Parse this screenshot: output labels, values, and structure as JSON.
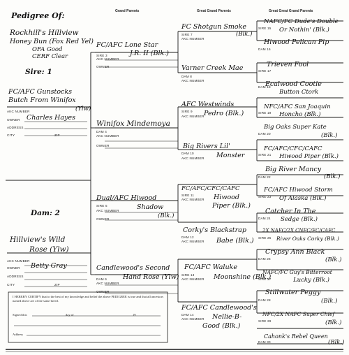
{
  "headers": {
    "title": "Pedigree Of:",
    "grand_parents": "Grand Parents",
    "great_grand_parents": "Great Grand Parents",
    "great_great_grand_parents": "Great Great Grand Parents"
  },
  "labels": {
    "sire1": "Sire: 1",
    "dam2": "Dam: 2",
    "sire3": "SIRE 3",
    "dam4": "DAM 4",
    "sire5": "SIRE 5",
    "dam6": "DAM 6",
    "sire7": "SIRE 7",
    "dam8": "DAM 8",
    "sire9": "SIRE 9",
    "dam10": "DAM 10",
    "sire11": "SIRE 11",
    "dam12": "DAM 12",
    "sire13": "SIRE 13",
    "dam14": "DAM 14",
    "sire15": "SIRE 15",
    "dam16": "DAM 16",
    "sire17": "SIRE 17",
    "dam18": "DAM 18",
    "sire19": "SIRE 19",
    "dam20": "DAM 20",
    "sire21": "SIRE 21",
    "dam22": "DAM 22",
    "sire23": "SIRE 23",
    "dam24": "DAM 24",
    "sire25": "SIRE 25",
    "dam26": "DAM 26",
    "sire27": "SIRE 27",
    "dam28": "DAM 28",
    "sire29": "SIRE 29",
    "dam30": "DAM 30",
    "akc": "AKC NUMBER",
    "owner": "OWNER",
    "address": "ADDRESS",
    "city": "CITY",
    "zip": "ZIP"
  },
  "subject": {
    "line1": "Rockhill's Hillview",
    "line2": "Honey Bun (Fox Red Yel)",
    "line3": "OFA Good",
    "line4": "CERF Clear"
  },
  "sire1": {
    "line1": "FC/AFC Gunstocks",
    "line2": "Butch From Winifox",
    "line3": "(Ylw)",
    "owner": "Charles Hayes"
  },
  "dam2": {
    "line1": "Hillview's Wild",
    "line2": "Rose (Ylw)",
    "owner": "Betty Gray"
  },
  "gp": {
    "s3": {
      "line1": "FC/AFC Lone Star",
      "line2": "J.R. II (Blk.)"
    },
    "d4": {
      "line1": "Winifox Mindemoya"
    },
    "s5": {
      "line1": "Dual/AFC Hiwood",
      "line2": "Shadow",
      "line3": "(Blk.)"
    },
    "d6": {
      "line1": "Candlewood's Second",
      "line2": "Hand Rose (Ylw)"
    }
  },
  "ggp": {
    "s7": {
      "line1": "FC Shotgun Smoke",
      "line2": "(Blk.)"
    },
    "d8": {
      "line1": "Varner Creek Mae"
    },
    "s9": {
      "line1": "AFC Westwinds",
      "line2": "Pedro (Blk.)"
    },
    "d10": {
      "line1": "Big Rivers Lil'",
      "line2": "Monster"
    },
    "s11": {
      "line1": "FC/AFC/CFC/CAFC",
      "line2": "Hiwood",
      "line3": "Piper (Blk.)"
    },
    "d12": {
      "line1": "Corky's Blackstrap",
      "line2": "Babe (Blk.)"
    },
    "s13": {
      "line1": "FC/AFC Waluke",
      "line2": "Moonshine (Blk.)"
    },
    "d14": {
      "line1": "FC/AFC Candlewood's",
      "line2": "Nellie-B-",
      "line3": "Good (Blk.)"
    }
  },
  "gggp": {
    "s15": {
      "line1": "NAFC/FC Dude's Double",
      "line2": "Or Nothin' (Blk.)"
    },
    "d16": {
      "line1": "Hiwood Pelican Pip"
    },
    "s17": {
      "line1": "Trieven Fool"
    },
    "d18": {
      "line1": "Ecalwood Cootie",
      "line2": "Button Ctork"
    },
    "s19": {
      "line1": "NFC/AFC San Joaquin",
      "line2": "Honcho (Blk.)"
    },
    "d20": {
      "line1": "Big Oaks Super Kate",
      "line2": "(Blk.)"
    },
    "s21": {
      "line1": "FC/AFC/CFC/CAFC",
      "line2": "Hiwood Piper (Blk.)"
    },
    "d22": {
      "line1": "Big River Mancy",
      "line2": "(Blk.)"
    },
    "s23": {
      "line1": "FC/AFC Hiwood Storm",
      "line2": "Of Alaska (Blk.)"
    },
    "d24": {
      "line1": "Catcher In The",
      "line2": "Sedge (Blk.)"
    },
    "s25": {
      "line1": "2X NAFC/2X CNFC/FC/CAFC",
      "line2": "River Oaks Corky (Blk.)"
    },
    "d26": {
      "line1": "Crypsy Ann Black",
      "line2": "(Blk.)"
    },
    "s27": {
      "line1": "NAFC/FC Guy's Bitterroot",
      "line2": "Lucky (Blk.)"
    },
    "d28": {
      "line1": "Stillwater Peggy",
      "line2": "(Blk.)"
    },
    "s29": {
      "line1": "NFC/2X NAFC Super Chief",
      "line2": "(Blk.)"
    },
    "d30": {
      "line1": "Cahonk's Rebel Queen",
      "line2": "(Blk.)"
    }
  },
  "certification": {
    "text": "I HEREBY CERTIFY that to the best of my knowledge and belief the above PEDIGREE is true and that all ancestors named above are of the same breed.",
    "signed_this": "Signed this",
    "day_of": "day of",
    "year": "19",
    "address": "Address"
  }
}
